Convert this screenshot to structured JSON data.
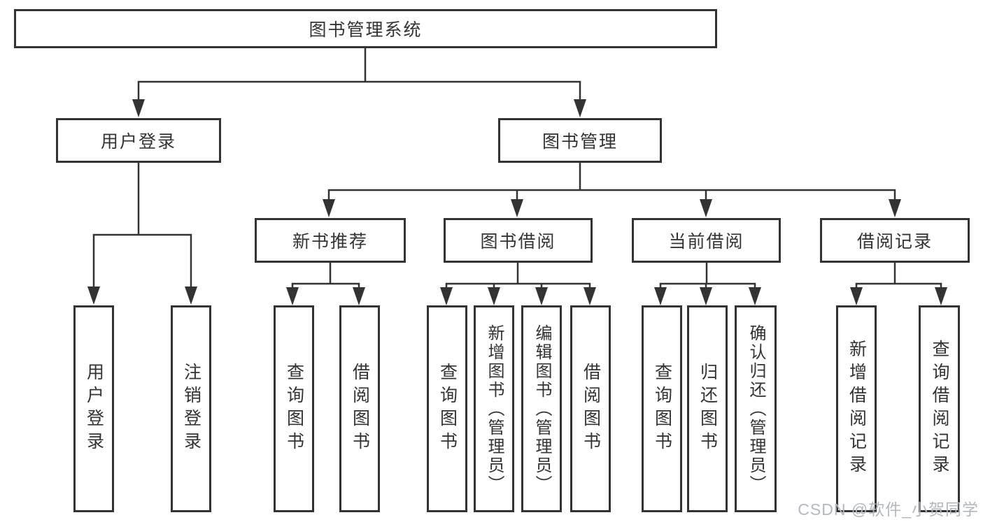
{
  "diagram": {
    "root": {
      "label": "图书管理系统"
    },
    "branches": [
      {
        "label": "用户登录",
        "children": [
          {
            "label": "用户登录"
          },
          {
            "label": "注销登录"
          }
        ]
      },
      {
        "label": "图书管理",
        "children": [
          {
            "label": "新书推荐",
            "children": [
              {
                "label": "查询图书"
              },
              {
                "label": "借阅图书"
              }
            ]
          },
          {
            "label": "图书借阅",
            "children": [
              {
                "label": "查询图书"
              },
              {
                "label": "新增图书（管理员）"
              },
              {
                "label": "编辑图书（管理员）"
              },
              {
                "label": "借阅图书"
              }
            ]
          },
          {
            "label": "当前借阅",
            "children": [
              {
                "label": "查询图书"
              },
              {
                "label": "归还图书"
              },
              {
                "label": "确认归还（管理员）"
              }
            ]
          },
          {
            "label": "借阅记录",
            "children": [
              {
                "label": "新增借阅记录"
              },
              {
                "label": "查询借阅记录"
              }
            ]
          }
        ]
      }
    ],
    "watermark": "CSDN @软件_小贺同学",
    "colors": {
      "line": "#333333",
      "text": "#333333",
      "watermark": "#b3b8bf",
      "background": "#ffffff"
    }
  }
}
